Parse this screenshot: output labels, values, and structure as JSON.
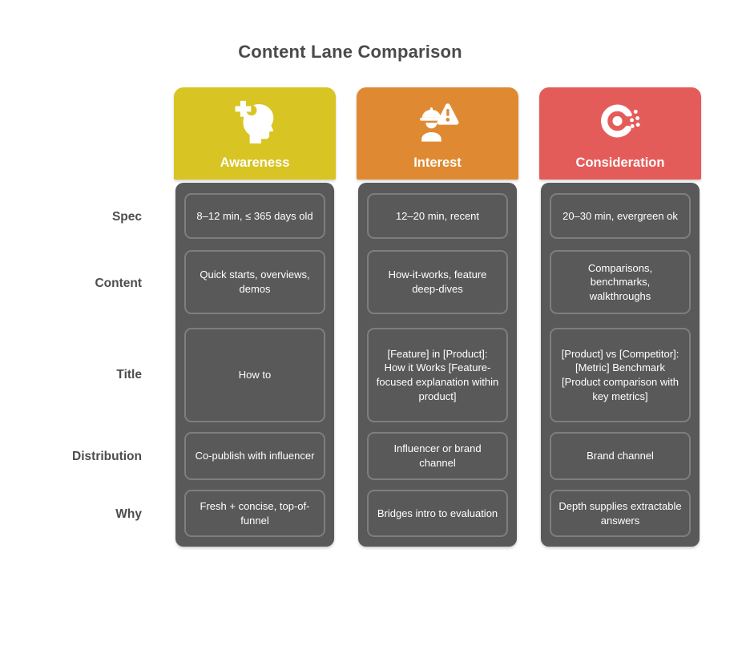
{
  "title": "Content Lane Comparison",
  "row_labels": [
    "Spec",
    "Content",
    "Title",
    "Distribution",
    "Why"
  ],
  "colors": {
    "awareness": "#d8c422",
    "interest": "#df8a33",
    "consideration": "#e45c5a",
    "lane_body": "#595959",
    "cell_border": "#7e7e7e",
    "heading_text": "#4a4a4a"
  },
  "columns": [
    {
      "label": "Awareness",
      "color": "#d8c422",
      "icon": "head-plus-icon",
      "cells": [
        "8–12 min, ≤ 365 days old",
        "Quick starts, overviews, demos",
        "How to",
        "Co-publish with influencer",
        "Fresh + concise, top-of-funnel"
      ]
    },
    {
      "label": "Interest",
      "color": "#df8a33",
      "icon": "worker-alert-icon",
      "cells": [
        "12–20 min, recent",
        "How-it-works, feature deep-dives",
        "[Feature] in [Product]: How it Works [Feature-focused explanation within product]",
        "Influencer or brand channel",
        "Bridges intro to evaluation"
      ]
    },
    {
      "label": "Consideration",
      "color": "#e45c5a",
      "icon": "radar-c-icon",
      "cells": [
        "20–30 min, evergreen ok",
        "Comparisons, benchmarks, walkthroughs",
        "[Product] vs [Competitor]: [Metric] Benchmark [Product comparison with key metrics]",
        "Brand channel",
        "Depth supplies extractable answers"
      ]
    }
  ]
}
